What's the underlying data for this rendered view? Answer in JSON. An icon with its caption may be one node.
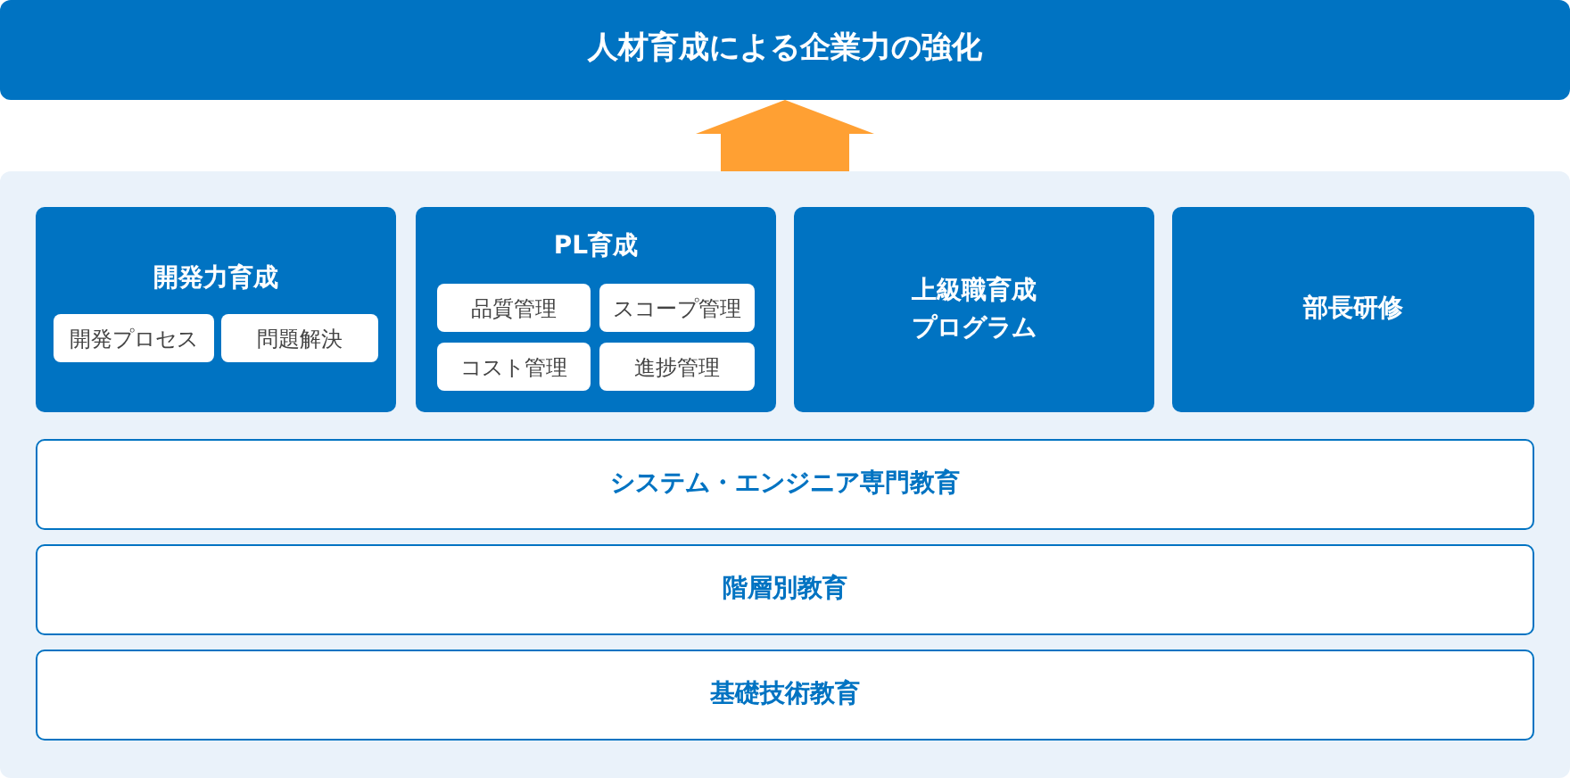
{
  "diagram": {
    "nodes": [
      {
        "text": [
          "人材育成による企業力の強化"
        ]
      },
      {
        "text": [],
        "shape": "box"
      },
      {
        "text": [
          "開発力育成"
        ],
        "in": 1
      },
      {
        "text": [
          "開発プロセス"
        ],
        "in": 2
      },
      {
        "text": [
          "問題解決"
        ],
        "in": 2
      },
      {
        "text": [
          "PL育成"
        ],
        "in": 1
      },
      {
        "text": [
          "品質管理"
        ],
        "in": 5
      },
      {
        "text": [
          "スコープ管理"
        ],
        "in": 5
      },
      {
        "text": [
          "コスト管理"
        ],
        "in": 5
      },
      {
        "text": [
          "進捗管理"
        ],
        "in": 5
      },
      {
        "text": [
          "上級職育成プログラム"
        ],
        "in": 1
      },
      {
        "text": [
          "部長研修"
        ],
        "in": 1
      },
      {
        "text": [
          "システム・エンジニア専門教育"
        ],
        "in": 1
      },
      {
        "text": [
          "階層別教育"
        ],
        "in": 1
      },
      {
        "text": [
          "基礎技術教育"
        ],
        "in": 1
      }
    ],
    "edges": [
      {
        "from": 1,
        "to": 0,
        "arrow": "to",
        "style": "thick",
        "color": "#ffa033"
      }
    ]
  }
}
